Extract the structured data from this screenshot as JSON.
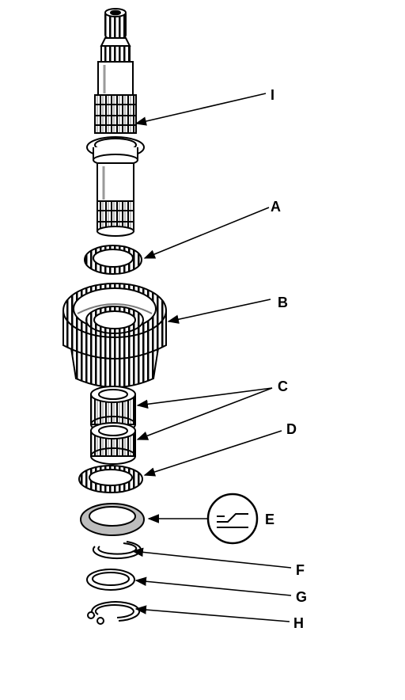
{
  "colors": {
    "ink": "#000000",
    "paper": "#ffffff",
    "shade": "#bdbdbd",
    "dark_shade": "#7a7a7a"
  },
  "callouts": {
    "I": "I",
    "A": "A",
    "B": "B",
    "C": "C",
    "D": "D",
    "E": "E",
    "F": "F",
    "G": "G",
    "H": "H"
  },
  "symbol_icon": "taper-shim-symbol-icon"
}
